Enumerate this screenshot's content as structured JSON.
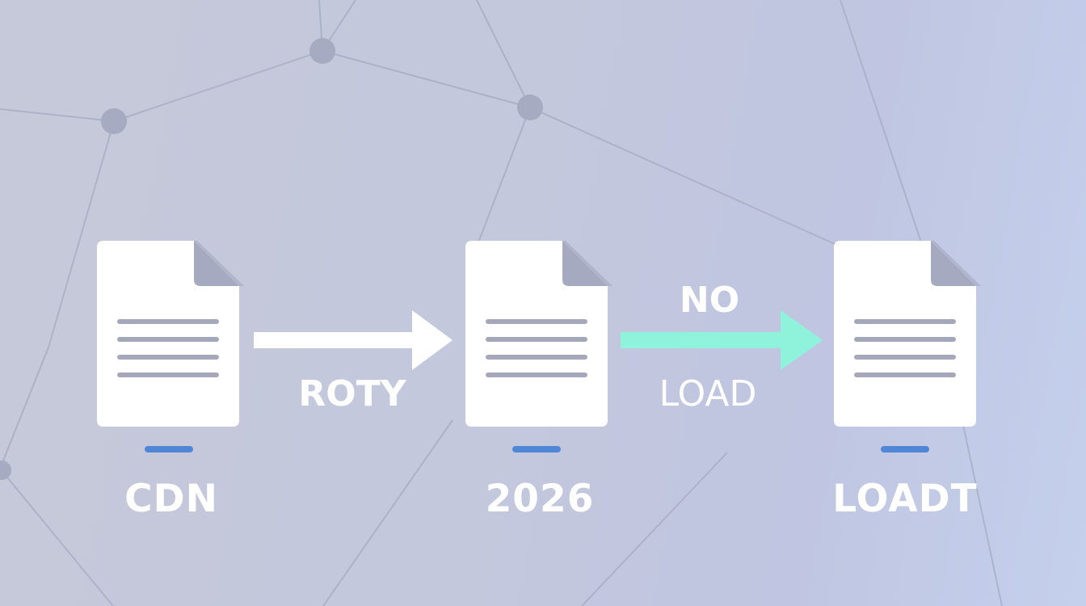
{
  "colors": {
    "doc_page": "#ffffff",
    "doc_fold": "#a6aac0",
    "doc_line": "#a5a8bb",
    "underline": "#4f86d6",
    "arrow_white": "#ffffff",
    "arrow_teal": "#8ff3dc",
    "network": "#aaaec4"
  },
  "nodes": [
    {
      "label": "CDN"
    },
    {
      "label": "2026"
    },
    {
      "label": "LOADT"
    }
  ],
  "edges": [
    {
      "from": 0,
      "to": 1,
      "label_below": "ROTY"
    },
    {
      "from": 1,
      "to": 2,
      "label_above": "NO",
      "label_below": "LOAD"
    }
  ]
}
